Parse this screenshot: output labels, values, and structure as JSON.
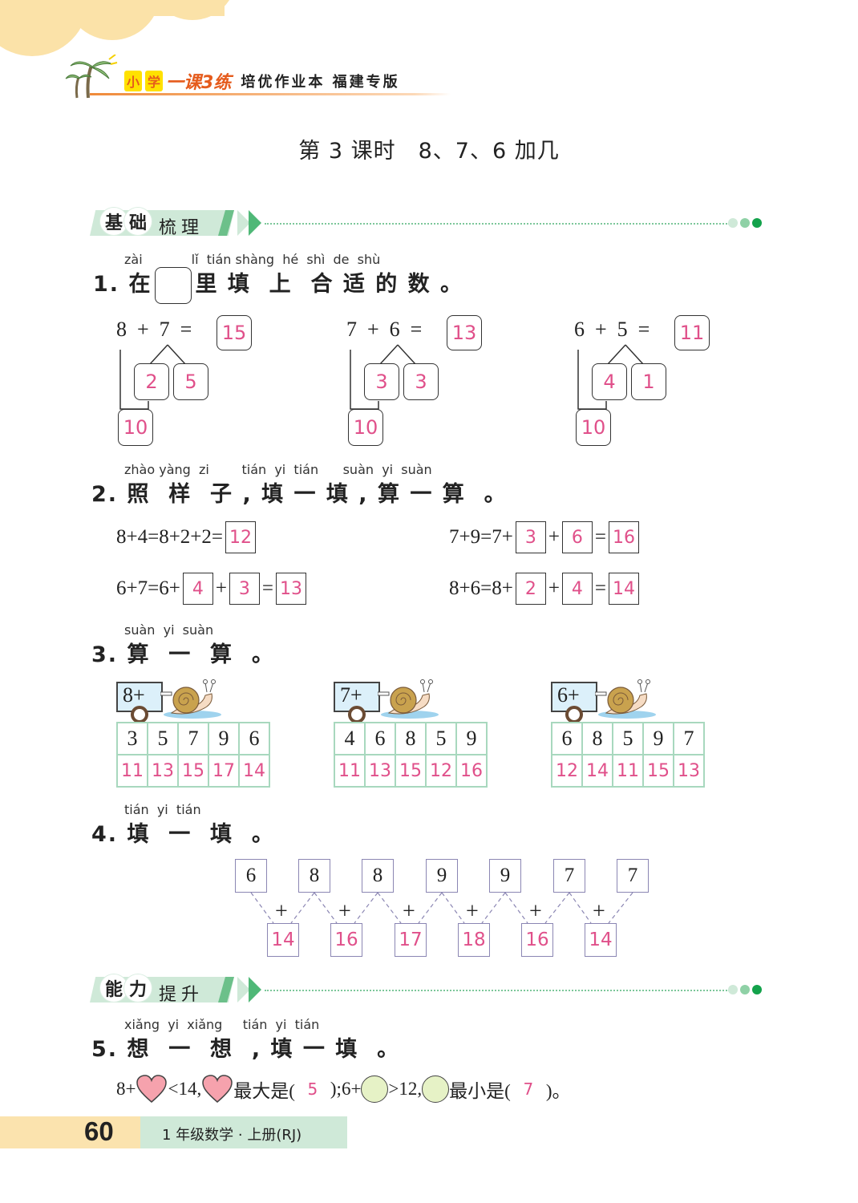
{
  "header": {
    "brand_hl1": "小",
    "brand_hl2": "学",
    "brand_main": "一课3练",
    "brand_rest": "培优作业本 福建专版"
  },
  "lesson_title": "第 3 课时　8、7、6 加几",
  "sections": [
    {
      "badge1": "基",
      "badge2": "础",
      "subtitle": "梳理"
    },
    {
      "badge1": "能",
      "badge2": "力",
      "subtitle": "提升"
    }
  ],
  "colors": {
    "answer": "#e0508a",
    "section_green": "#4fb877",
    "footer_yellow": "#fbe3ae",
    "footer_green": "#cfe9d8"
  },
  "q1": {
    "number": "1.",
    "pinyin": "zài            lǐ  tián shàng  hé  shì  de  shù",
    "text_before": "在",
    "text_after": "里 填  上  合 适 的 数 。",
    "items": [
      {
        "a": "8",
        "b": "7",
        "sum": "15",
        "split1": "2",
        "split2": "5",
        "ten": "10"
      },
      {
        "a": "7",
        "b": "6",
        "sum": "13",
        "split1": "3",
        "split2": "3",
        "ten": "10"
      },
      {
        "a": "6",
        "b": "5",
        "sum": "11",
        "split1": "4",
        "split2": "1",
        "ten": "10"
      }
    ]
  },
  "q2": {
    "number": "2.",
    "pinyin": "zhào yàng  zi        tián  yi  tián      suàn  yi  suàn",
    "text": "照  样  子 , 填 一 填 , 算 一 算  。",
    "rows": [
      {
        "lhs": "8+4=8+2+2=",
        "answers": [
          "12"
        ],
        "example": true
      },
      {
        "lhs": "7+9=7+",
        "answers": [
          "3",
          "6",
          "16"
        ]
      },
      {
        "lhs": "6+7=6+",
        "answers": [
          "4",
          "3",
          "13"
        ]
      },
      {
        "lhs": "8+6=8+",
        "answers": [
          "2",
          "4",
          "14"
        ]
      }
    ]
  },
  "q3": {
    "number": "3.",
    "pinyin": "suàn  yi  suàn",
    "text": "算  一  算  。",
    "carts": [
      {
        "label": "8+",
        "addends": [
          "3",
          "5",
          "7",
          "9",
          "6"
        ],
        "results": [
          "11",
          "13",
          "15",
          "17",
          "14"
        ]
      },
      {
        "label": "7+",
        "addends": [
          "4",
          "6",
          "8",
          "5",
          "9"
        ],
        "results": [
          "11",
          "13",
          "15",
          "12",
          "16"
        ]
      },
      {
        "label": "6+",
        "addends": [
          "6",
          "8",
          "5",
          "9",
          "7"
        ],
        "results": [
          "12",
          "14",
          "11",
          "15",
          "13"
        ]
      }
    ]
  },
  "q4": {
    "number": "4.",
    "pinyin": "tián  yi  tián",
    "text": "填  一  填  。",
    "top": [
      "6",
      "8",
      "8",
      "9",
      "9",
      "7",
      "7"
    ],
    "bottom": [
      "14",
      "16",
      "17",
      "18",
      "16",
      "14"
    ],
    "op": "+"
  },
  "q5": {
    "number": "5.",
    "pinyin": "xiǎng  yi  xiǎng     tián  yi  tián",
    "text": "想  一  想  , 填 一 填  。",
    "part1_a": "8+",
    "part1_b": "<14,",
    "part1_c": "最大是(",
    "answer1": "5",
    "part1_d": ");6+",
    "part2_b": ">12,",
    "part2_c": "最小是(",
    "answer2": "7",
    "part2_d": ")。"
  },
  "footer": {
    "page_number": "60",
    "book": "1 年级数学 · 上册(RJ)"
  }
}
